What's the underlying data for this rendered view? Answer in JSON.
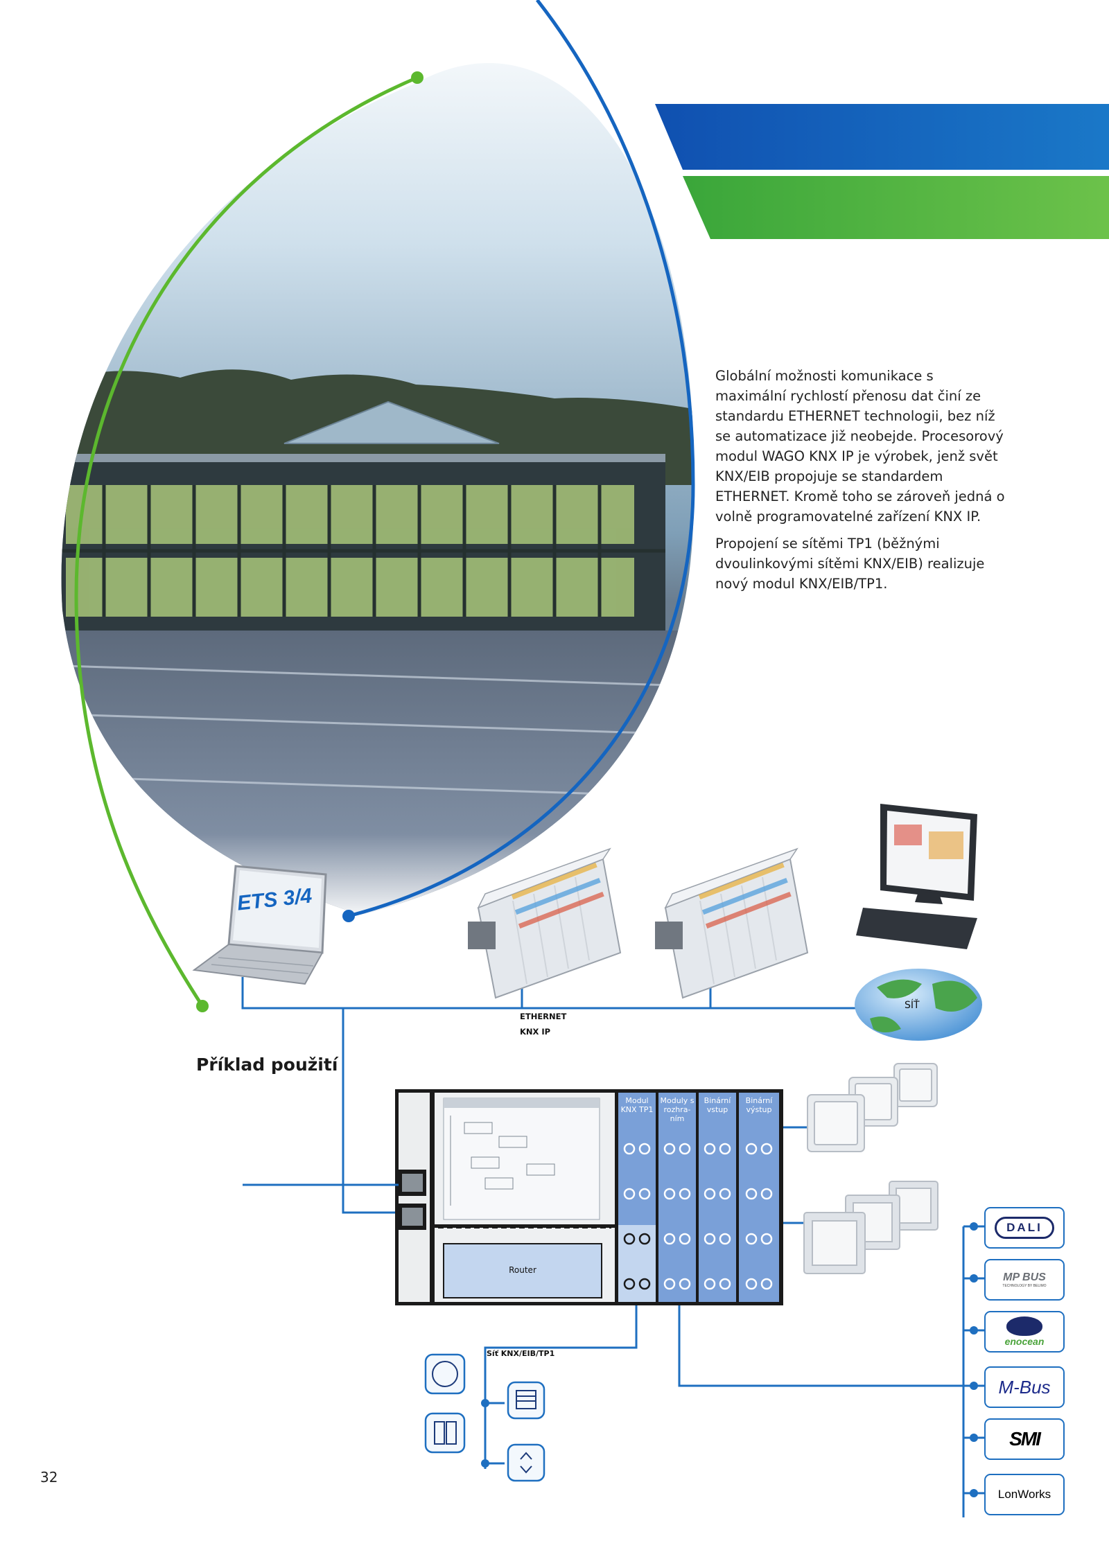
{
  "body_text": {
    "p1": "Globální možnosti komunikace s maximální rychlostí přenosu dat činí ze standardu ETHERNET technologii, bez níž se automatizace již neobejde. Procesorový modul WAGO KNX IP je výrobek, jenž svět KNX/EIB propojuje se standardem ETHERNET. Kromě toho se zároveň jedná o volně programovatelné zařízení KNX IP.",
    "p2": "Propojení se sítěmi TP1 (běžnými dvoulinkovými sítěmi KNX/EIB) realizuje nový modul KNX/EIB/TP1."
  },
  "heading": "Příklad použití",
  "page_number": "32",
  "diagram": {
    "laptop_label": "ETS 3/4",
    "ethernet_label": "ETHERNET",
    "knxip_label": "KNX IP",
    "network_label": "SÍŤ",
    "router_label": "Router",
    "tp1_label": "Síť KNX/EIB/TP1",
    "modules": [
      {
        "label": "Modul KNX TP1"
      },
      {
        "label": "Moduly s rozhra-ním"
      },
      {
        "label": "Binární vstup"
      },
      {
        "label": "Binární výstup"
      }
    ]
  },
  "logos": [
    {
      "name": "DALI",
      "text": "DALI"
    },
    {
      "name": "MP-Bus",
      "text": "MP BUS",
      "subtext": "TECHNOLOGY BY BELIMO"
    },
    {
      "name": "enocean",
      "text": "enocean"
    },
    {
      "name": "M-Bus",
      "text": "M-Bus"
    },
    {
      "name": "SMI",
      "text": "SMI"
    },
    {
      "name": "LonWorks",
      "text": "LonWorks"
    }
  ],
  "colors": {
    "blue": "#1565c0",
    "green": "#5cb82e",
    "line_blue": "#1e6fc0",
    "module_blue": "#7aa0d8",
    "logo_navy": "#1c2a6a"
  }
}
